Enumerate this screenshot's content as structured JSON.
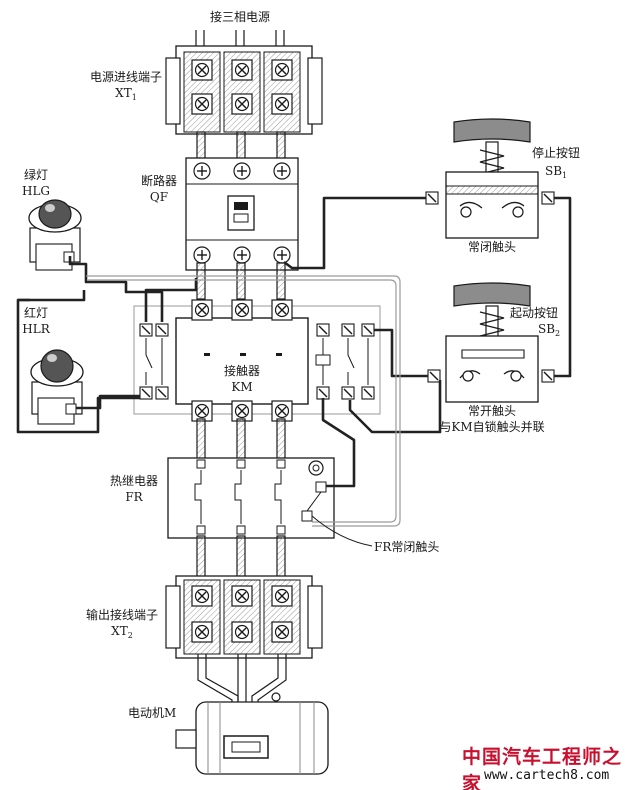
{
  "title": "接三相电源",
  "components": {
    "input_terminal": {
      "name": "电源进线端子",
      "code": "XT",
      "code_sub": "1"
    },
    "breaker": {
      "name": "断路器",
      "code": "QF"
    },
    "green_lamp": {
      "name": "绿灯",
      "code": "HLG"
    },
    "red_lamp": {
      "name": "红灯",
      "code": "HLR"
    },
    "contactor": {
      "name": "接触器",
      "code": "KM"
    },
    "stop_button": {
      "name": "停止按钮",
      "code": "SB",
      "code_sub": "1",
      "contact": "常闭触头"
    },
    "start_button": {
      "name": "起动按钮",
      "code": "SB",
      "code_sub": "2",
      "contact_line1": "常开触头",
      "contact_line2": "与KM自锁触头并联"
    },
    "thermal_relay": {
      "name": "热继电器",
      "code": "FR",
      "contact": "FR常闭触头"
    },
    "output_terminal": {
      "name": "输出接线端子",
      "code": "XT",
      "code_sub": "2"
    },
    "motor": {
      "name": "电动机M"
    }
  },
  "watermark": {
    "cn": "中国汽车工程师之家",
    "url": "www.cartech8.com",
    "cn_color": "#c8102e",
    "url_color": "#111111"
  },
  "colors": {
    "line": "#1a1a1a",
    "wire": "#222222",
    "light": "#bfbfbf",
    "panel": "#ffffff"
  }
}
